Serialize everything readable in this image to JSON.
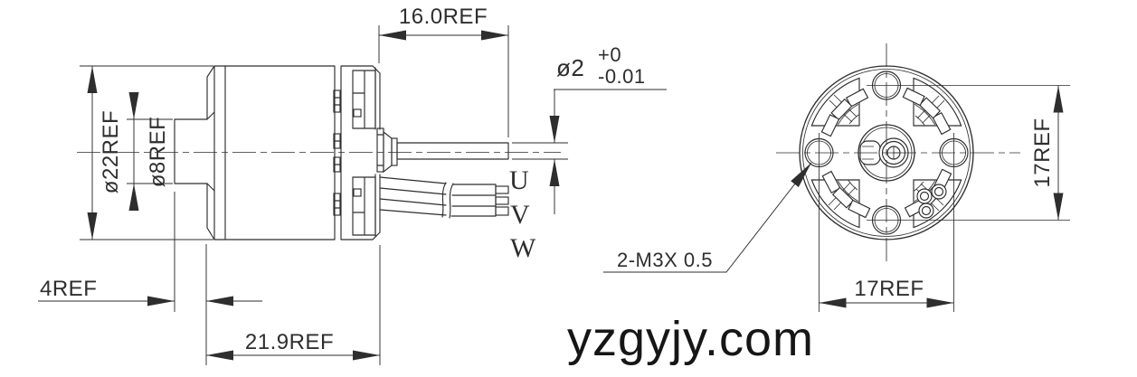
{
  "page": {
    "background": "#ffffff",
    "line_color": "#2e2e2e"
  },
  "side_view": {
    "dim_shaft_length": "16.0REF",
    "dim_body_diameter": "ø22REF",
    "dim_boss_diameter": "ø8REF",
    "dim_boss_length": "4REF",
    "dim_body_length": "21.9REF",
    "shaft_callout": {
      "diameter": "ø2",
      "tol_upper": "+0",
      "tol_lower": "-0.01"
    },
    "wire_labels": [
      "U",
      "V",
      "W"
    ]
  },
  "front_view": {
    "dim_hole_pitch_vertical": "17REF",
    "dim_hole_pitch_horizontal": "17REF",
    "thread_callout": "2-M3X 0.5"
  },
  "watermark": "yzgyjy.com"
}
